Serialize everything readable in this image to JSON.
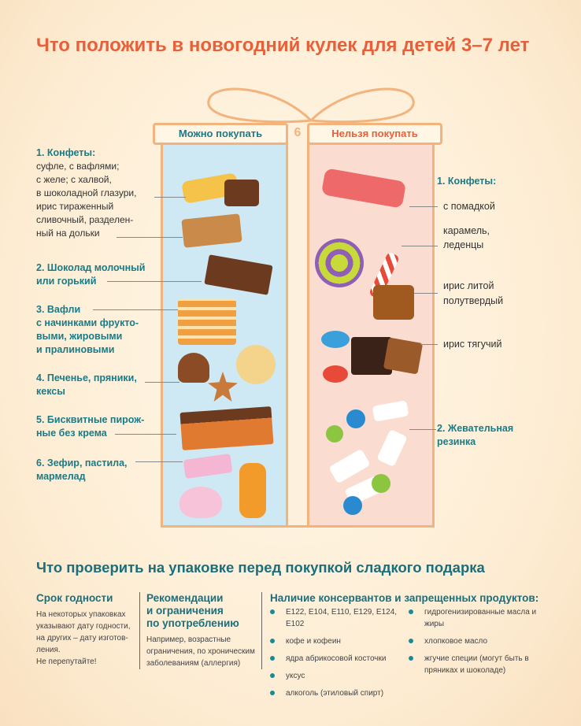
{
  "title": "Что положить в новогодний кулек для детей 3–7 лет",
  "box": {
    "allowed_header": "Можно покупать",
    "forbidden_header": "Нельзя покупать",
    "ribbon_tag": "6"
  },
  "allowed": [
    {
      "title": "1. Конфеты:",
      "text": [
        "суфле, с вафлями;",
        "с желе; с халвой,",
        "в шоколадной глазури,",
        "ирис тираженный",
        "сливочный, разделен-",
        "ный на дольки"
      ]
    },
    {
      "title": "2. Шоколад молочный",
      "title2": "или горький"
    },
    {
      "title": "3. Вафли",
      "title2": "с начинками фрукто-",
      "title3": "выми, жировыми",
      "title4": "и пралиновыми"
    },
    {
      "title": "4. Печенье, пряники,",
      "title2": "кексы"
    },
    {
      "title": "5. Бисквитные пирож-",
      "title2": "ные без крема"
    },
    {
      "title": "6. Зефир, пастила,",
      "title2": "мармелад"
    }
  ],
  "forbidden": {
    "candies_title": "1. Конфеты:",
    "items": [
      "с помадкой",
      "карамель,",
      "леденцы",
      "ирис литой",
      "полутвердый",
      "ирис тягучий"
    ],
    "gum_title": "2. Жевательная",
    "gum_title2": "резинка"
  },
  "check": {
    "heading": "Что проверить на упаковке перед покупкой сладкого подарка",
    "col1": {
      "title": "Срок годности",
      "lines": [
        "На некоторых упаковках",
        "указывают дату годности,",
        "на других – дату изготов-",
        "ления.",
        "Не перепутайте!"
      ]
    },
    "col2": {
      "title": [
        "Рекомендации",
        "и ограничения",
        "по употреблению"
      ],
      "lines": [
        "Например, возрастные",
        "ограничения, по хроническим",
        "заболеваниям (аллергия)"
      ]
    },
    "col3": {
      "title": "Наличие консервантов и запрещенных продуктов:",
      "list_a": [
        "E122, E104, E110, E129, E124, E102",
        "кофе и кофеин",
        "ядра абрикосовой косточки",
        "уксус",
        "алкоголь (этиловый спирт)"
      ],
      "list_b": [
        "гидрогенизированные масла и жиры",
        "хлопковое масло",
        "жгучие специи (могут быть в пряниках и шоколаде)"
      ]
    }
  },
  "colors": {
    "title": "#e8603a",
    "teal": "#1a6f7c",
    "allowed_bg": "#cfe9f4",
    "forbidden_bg": "#fbdcd0",
    "ribbon": "#f2b37c"
  }
}
